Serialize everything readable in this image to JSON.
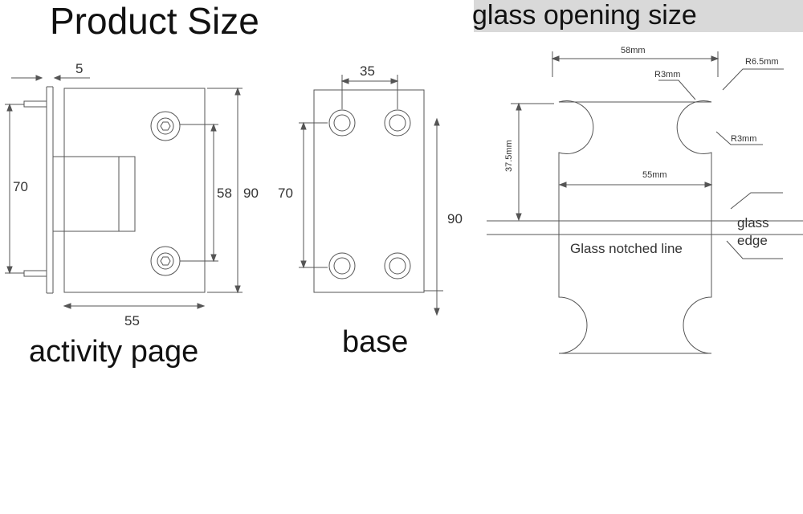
{
  "titles": {
    "product_size": "Product Size",
    "glass_opening_size": "glass opening size",
    "activity_page": "activity page",
    "base": "base"
  },
  "activity_dims": {
    "offset": "5",
    "height_holes": "70",
    "hole_spacing": "58",
    "height": "90",
    "width": "55"
  },
  "base_dims": {
    "hole_spacing_x": "35",
    "hole_spacing_y": "70",
    "height": "90"
  },
  "glass_dims": {
    "top_width": "58mm",
    "corner_radius": "R6.5mm",
    "notch_radius_top": "R3mm",
    "notch_radius_side": "R3mm",
    "notch_depth": "37.5mm",
    "notch_width": "55mm",
    "glass_edge_line1": "glass",
    "glass_edge_line2": "edge",
    "notched_line": "Glass notched line"
  },
  "colors": {
    "line": "#555555",
    "title_bar": "#d9d9d9",
    "text": "#111111"
  }
}
